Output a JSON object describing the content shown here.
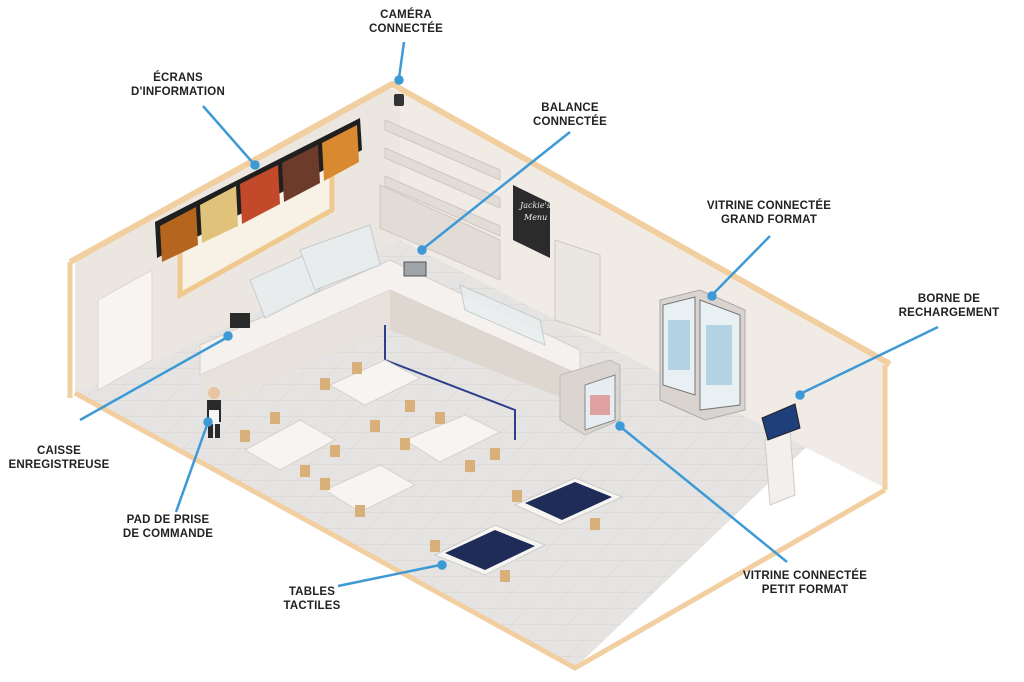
{
  "labels": {
    "camera": [
      "CAMÉRA",
      "CONNECTÉE"
    ],
    "screens": [
      "ÉCRANS",
      "D'INFORMATION"
    ],
    "scale": [
      "BALANCE",
      "CONNECTÉE"
    ],
    "large_display": [
      "VITRINE CONNECTÉE",
      "GRAND FORMAT"
    ],
    "charging": [
      "BORNE DE",
      "RECHARGEMENT"
    ],
    "register": [
      "CAISSE",
      "ENREGISTREUSE"
    ],
    "order_pad": [
      "PAD DE PRISE",
      "DE COMMANDE"
    ],
    "touch_tables": [
      "TABLES",
      "TACTILES"
    ],
    "small_display": [
      "VITRINE CONNECTÉE",
      "PETIT FORMAT"
    ]
  },
  "chalkboard_text": [
    "Jackie's",
    "Menu"
  ],
  "colors": {
    "callout_line": "#3d9ad6",
    "wall": "#efe8e2",
    "wall_top": "#f3d3a6",
    "floor": "#e4e2e0",
    "text": "#222222"
  }
}
